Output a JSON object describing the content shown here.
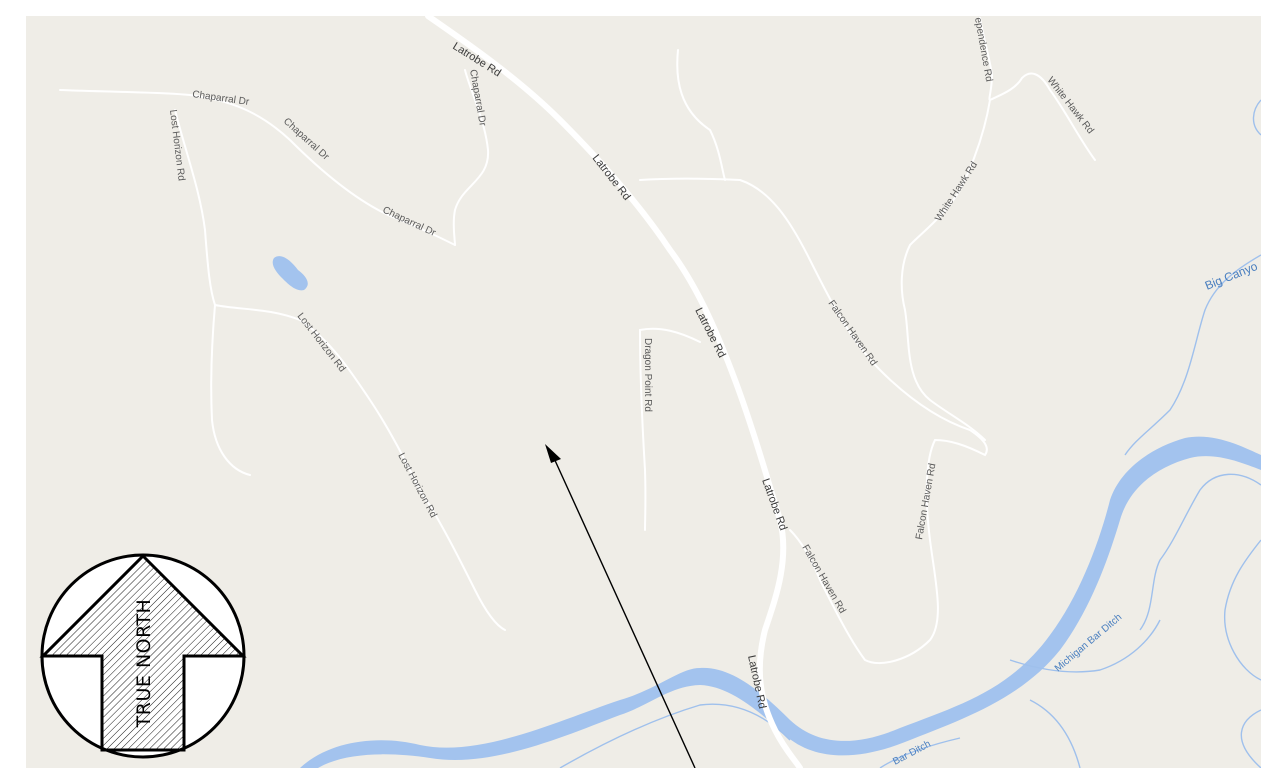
{
  "compass": {
    "label": "TRUE NORTH"
  },
  "roads": {
    "latrobe_rd": [
      "Latrobe Rd",
      "Latrobe Rd",
      "Latrobe Rd",
      "Latrobe Rd",
      "Latrobe Rd"
    ],
    "chaparral_dr": [
      "Chaparral Dr",
      "Chaparral Dr",
      "Chaparral Dr",
      "Chaparral Dr"
    ],
    "lost_horizon_rd": [
      "Lost Horizon Rd",
      "Lost Horizon Rd",
      "Lost Horizon Rd"
    ],
    "dragon_point_rd": "Dragon Point Rd",
    "falcon_haven_rd": [
      "Falcon Haven Rd",
      "Falcon Haven Rd",
      "Falcon Haven Rd"
    ],
    "white_hawk_rd": [
      "White Hawk Rd",
      "White Hawk Rd"
    ],
    "independence_rd": "ependence Rd"
  },
  "water": {
    "big_canyon": "Big Canyo",
    "michigan_bar_ditch": "Michigan Bar Ditch",
    "bar_ditch": "Bar Ditch"
  },
  "colors": {
    "land": "#efede7",
    "water": "#a3c3ee",
    "water_line": "#9fc0ec",
    "road_major": "#ffffff",
    "road_minor": "#ffffff"
  }
}
